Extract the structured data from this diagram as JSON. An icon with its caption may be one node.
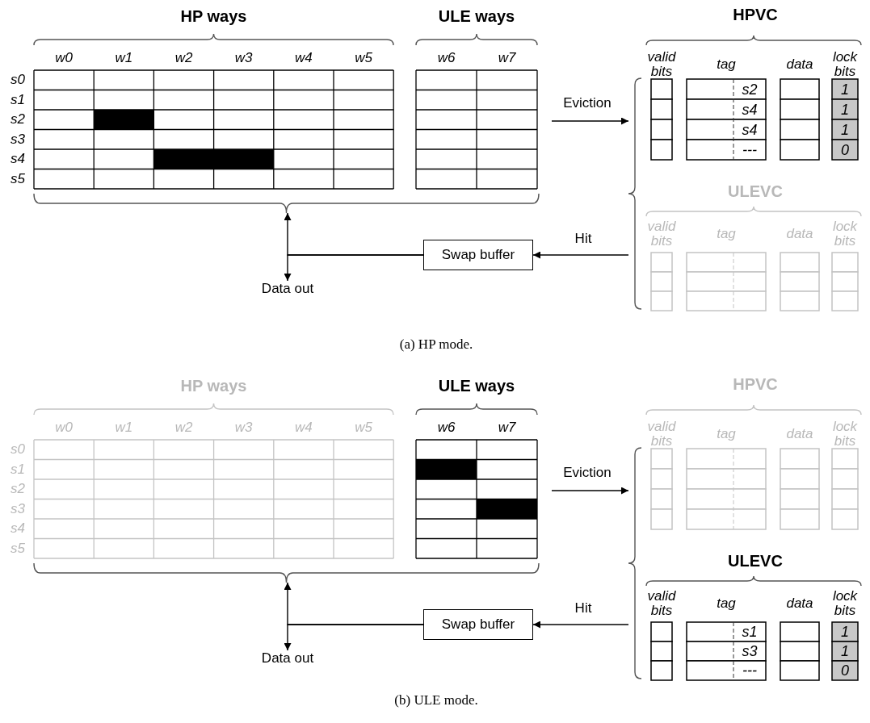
{
  "diagram": {
    "nodes": [
      {
        "text": [
          "HP ways"
        ]
      },
      {
        "text": [
          "ULE ways"
        ]
      },
      {
        "text": [],
        "shape": "brace"
      },
      {
        "text": [
          "HPVC"
        ]
      },
      {
        "text": [
          "ULEVC"
        ]
      },
      {
        "text": [],
        "shape": "brace"
      },
      {
        "text": [
          "Swap buffer"
        ]
      },
      {
        "text": [
          "Data out"
        ]
      },
      {
        "text": [
          "HP ways"
        ]
      },
      {
        "text": [
          "ULE ways"
        ]
      },
      {
        "text": [],
        "shape": "brace"
      },
      {
        "text": [
          "HPVC"
        ]
      },
      {
        "text": [
          "ULEVC"
        ]
      },
      {
        "text": [],
        "shape": "brace"
      },
      {
        "text": [
          "Swap buffer"
        ]
      },
      {
        "text": [
          "Data out"
        ]
      }
    ],
    "edges": [
      {
        "from": null,
        "to": 5,
        "arrow": "to",
        "label": "Eviction"
      },
      {
        "from": 5,
        "to": 6,
        "arrow": "to",
        "label": "Hit"
      },
      {
        "from": 6,
        "to": 2,
        "arrow": "to"
      },
      {
        "from": 6,
        "to": 7,
        "arrow": "to"
      },
      {
        "from": null,
        "to": 13,
        "arrow": "to",
        "label": "Eviction"
      },
      {
        "from": 13,
        "to": 14,
        "arrow": "to",
        "label": "Hit"
      },
      {
        "from": 14,
        "to": 10,
        "arrow": "to"
      },
      {
        "from": 14,
        "to": 15,
        "arrow": "to"
      }
    ],
    "labels": [
      "w0",
      "w1",
      "w2",
      "w3",
      "w4",
      "w5",
      "w6",
      "w7",
      "s0",
      "s1",
      "s2",
      "s3",
      "s4",
      "s5",
      "valid bits",
      "tag",
      "data",
      "lock bits",
      "s2",
      "1",
      "s4",
      "1",
      "s4",
      "1",
      "---",
      "0",
      "valid bits",
      "tag",
      "data",
      "lock bits",
      "(a) HP mode.",
      "w0",
      "w1",
      "w2",
      "w3",
      "w4",
      "w5",
      "w6",
      "w7",
      "s0",
      "s1",
      "s2",
      "s3",
      "s4",
      "s5",
      "valid bits",
      "tag",
      "data",
      "lock bits",
      "valid bits",
      "tag",
      "data",
      "lock bits",
      "s1",
      "1",
      "s3",
      "1",
      "---",
      "0",
      "(b) ULE mode."
    ]
  }
}
